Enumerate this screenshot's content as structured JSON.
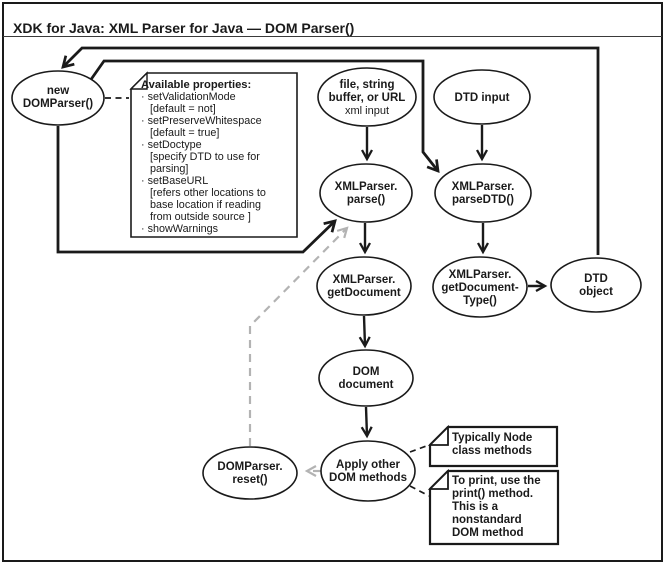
{
  "title": "XDK for Java: XML Parser for Java — DOM Parser()",
  "colors": {
    "ink": "#1a1a1a",
    "dash_gray": "#b3b3b3",
    "background": "#ffffff"
  },
  "nodes": {
    "new_domparser": {
      "lines": [
        "new",
        "DOMParser()"
      ]
    },
    "xml_input": {
      "lines": [
        "file, string",
        "buffer, or URL"
      ],
      "sub": "xml input"
    },
    "dtd_input": {
      "lines": [
        "DTD input"
      ]
    },
    "parse": {
      "lines": [
        "XMLParser.",
        "parse()"
      ]
    },
    "parse_dtd": {
      "lines": [
        "XMLParser.",
        "parseDTD()"
      ]
    },
    "get_document": {
      "lines": [
        "XMLParser.",
        "getDocument"
      ]
    },
    "get_document_type": {
      "lines": [
        "XMLParser.",
        "getDocument-",
        "Type()"
      ]
    },
    "dtd_object": {
      "lines": [
        "DTD",
        "object"
      ]
    },
    "dom_document": {
      "lines": [
        "DOM",
        "document"
      ]
    },
    "apply_methods": {
      "lines": [
        "Apply other",
        "DOM methods"
      ]
    },
    "reset": {
      "lines": [
        "DOMParser.",
        "reset()"
      ]
    }
  },
  "notes": {
    "properties": {
      "heading": "Available properties:",
      "lines": [
        "· setValidationMode",
        "[default = not]",
        "· setPreserveWhitespace",
        "[default = true]",
        "· setDoctype",
        "[specify DTD to use for",
        "parsing]",
        "· setBaseURL",
        "[refers other locations to",
        "base location if reading",
        "from outside source ]",
        "· showWarnings"
      ]
    },
    "node_methods": {
      "lines": [
        "Typically Node",
        "class methods"
      ]
    },
    "print_method": {
      "lines": [
        "To print, use the",
        "print() method.",
        "This is a",
        "nonstandard",
        "DOM method"
      ]
    }
  }
}
